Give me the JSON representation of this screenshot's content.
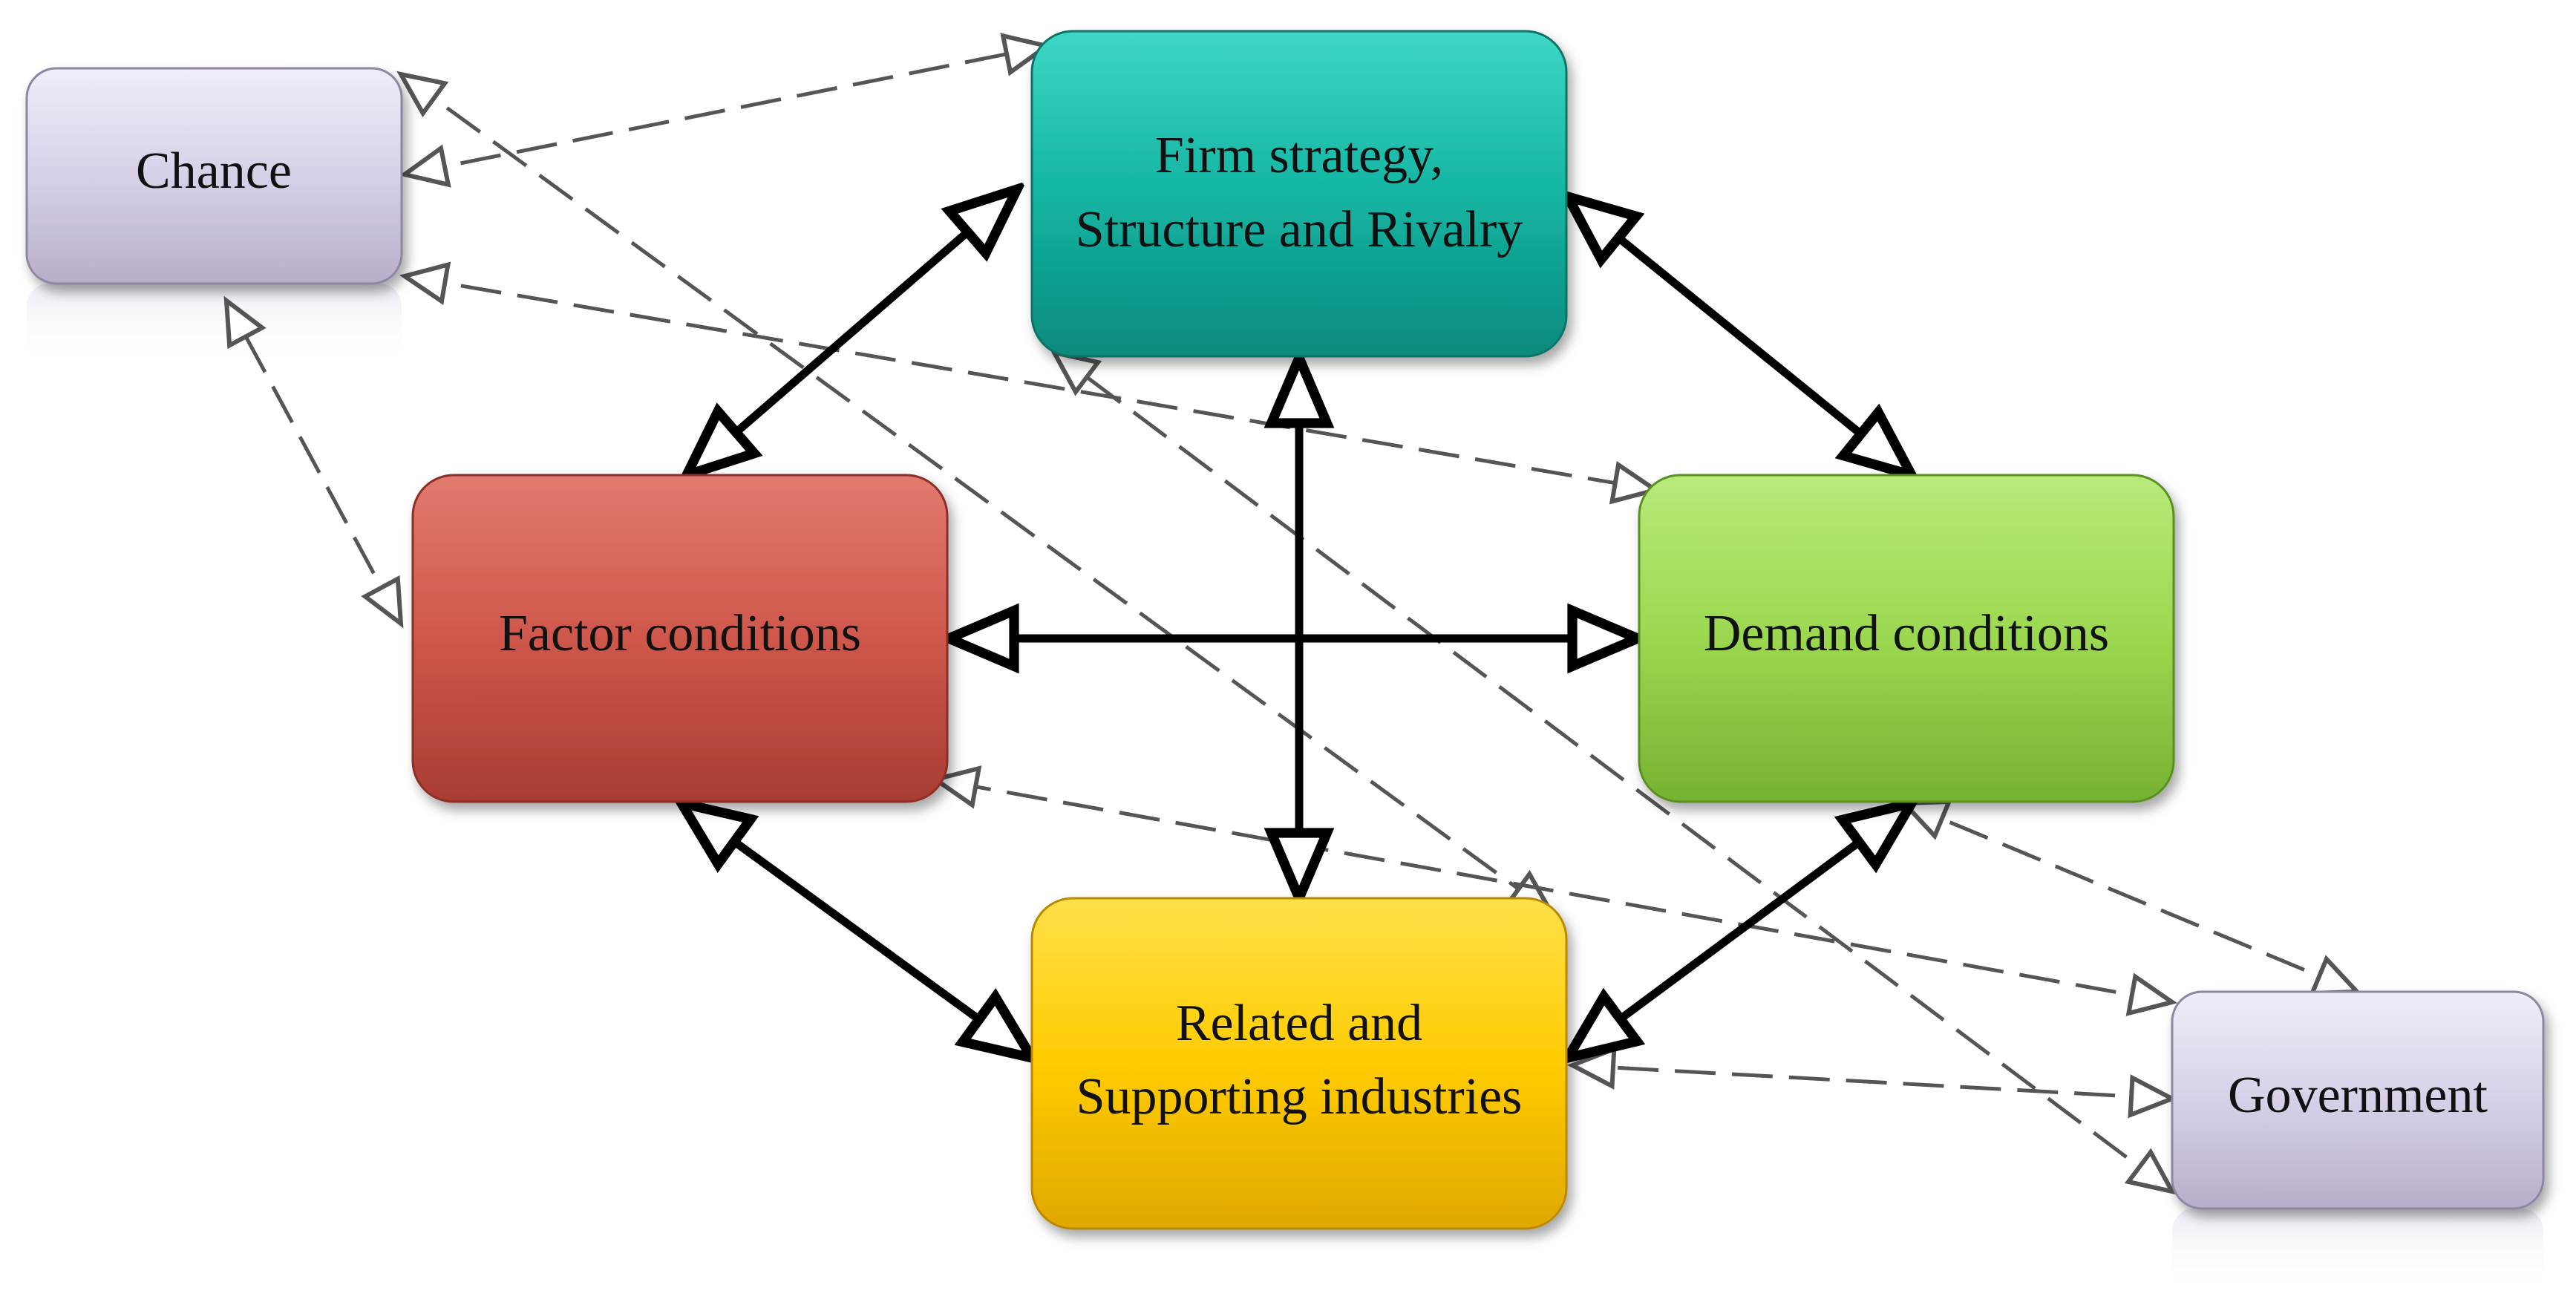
{
  "nodes": {
    "chance": {
      "lines": [
        "Chance"
      ],
      "color": "#d8d0e8"
    },
    "firm": {
      "lines": [
        "Firm strategy,",
        "Structure and Rivalry"
      ],
      "color": "#16b8a6"
    },
    "factor": {
      "lines": [
        "Factor conditions"
      ],
      "color": "#d25a4e"
    },
    "demand": {
      "lines": [
        "Demand conditions"
      ],
      "color": "#9edb52"
    },
    "related": {
      "lines": [
        "Related and",
        "Supporting industries"
      ],
      "color": "#ffcc00"
    },
    "government": {
      "lines": [
        "Government"
      ],
      "color": "#d8d0e8"
    }
  },
  "edges": {
    "solid": [
      [
        "firm",
        "factor"
      ],
      [
        "firm",
        "demand"
      ],
      [
        "firm",
        "related"
      ],
      [
        "factor",
        "demand"
      ],
      [
        "factor",
        "related"
      ],
      [
        "demand",
        "related"
      ]
    ],
    "dashed": [
      [
        "chance",
        "firm"
      ],
      [
        "chance",
        "demand"
      ],
      [
        "chance",
        "factor"
      ],
      [
        "chance",
        "related"
      ],
      [
        "government",
        "firm"
      ],
      [
        "government",
        "factor"
      ],
      [
        "government",
        "demand"
      ],
      [
        "government",
        "related"
      ]
    ]
  },
  "colors": {
    "solid_edge": "#000000",
    "dashed_edge": "#555555"
  }
}
